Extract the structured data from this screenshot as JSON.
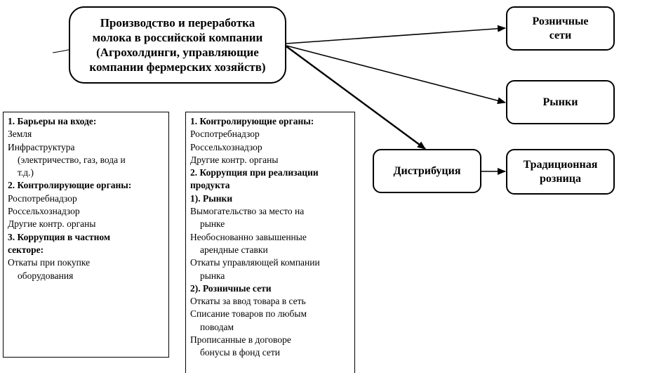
{
  "main": {
    "lines": [
      "Производство и переработка",
      "молока в российской компании",
      "(Агрохолдинги, управляющие",
      "компании фермерских хозяйств)"
    ]
  },
  "nodes": {
    "retail_chains": [
      "Розничные",
      "сети"
    ],
    "markets": "Рынки",
    "distribution": "Дистрибуция",
    "traditional_retail": [
      "Традиционная",
      "розница"
    ]
  },
  "left_panel": {
    "items": [
      {
        "text": "1. Барьеры на входе:",
        "style": "h"
      },
      {
        "text": "Земля",
        "style": ""
      },
      {
        "text": "Инфраструктура",
        "style": ""
      },
      {
        "text": "(электричество, газ, вода и",
        "style": "ind"
      },
      {
        "text": "т.д.)",
        "style": "ind"
      },
      {
        "text": "2. Контролирующие органы:",
        "style": "h"
      },
      {
        "text": "Роспотребнадзор",
        "style": ""
      },
      {
        "text": "Россельхознадзор",
        "style": ""
      },
      {
        "text": "Другие контр. органы",
        "style": ""
      },
      {
        "text": "3. Коррупция в частном",
        "style": "h"
      },
      {
        "text": "секторе:",
        "style": "h"
      },
      {
        "text": "Откаты при покупке",
        "style": ""
      },
      {
        "text": "оборудования",
        "style": "ind"
      }
    ]
  },
  "right_panel": {
    "items": [
      {
        "text": "1. Контролирующие органы:",
        "style": "h"
      },
      {
        "text": "Роспотребнадзор",
        "style": ""
      },
      {
        "text": "Россельхознадзор",
        "style": ""
      },
      {
        "text": "Другие контр. органы",
        "style": ""
      },
      {
        "text": "2. Коррупция при реализации",
        "style": "h"
      },
      {
        "text": "продукта",
        "style": "h"
      },
      {
        "text": "1). Рынки",
        "style": "h"
      },
      {
        "text": "Вымогательство за место на",
        "style": ""
      },
      {
        "text": "рынке",
        "style": "ind"
      },
      {
        "text": "Необоснованно завышенные",
        "style": ""
      },
      {
        "text": "арендные ставки",
        "style": "ind"
      },
      {
        "text": "Откаты управляющей компании",
        "style": ""
      },
      {
        "text": "рынка",
        "style": "ind"
      },
      {
        "text": "2). Розничные сети",
        "style": "h"
      },
      {
        "text": "Откаты за ввод товара в сеть",
        "style": ""
      },
      {
        "text": "Списание товаров по любым",
        "style": ""
      },
      {
        "text": "поводам",
        "style": "ind"
      },
      {
        "text": "Прописанные в договоре",
        "style": ""
      },
      {
        "text": "бонусы в фонд сети",
        "style": "ind"
      }
    ]
  }
}
